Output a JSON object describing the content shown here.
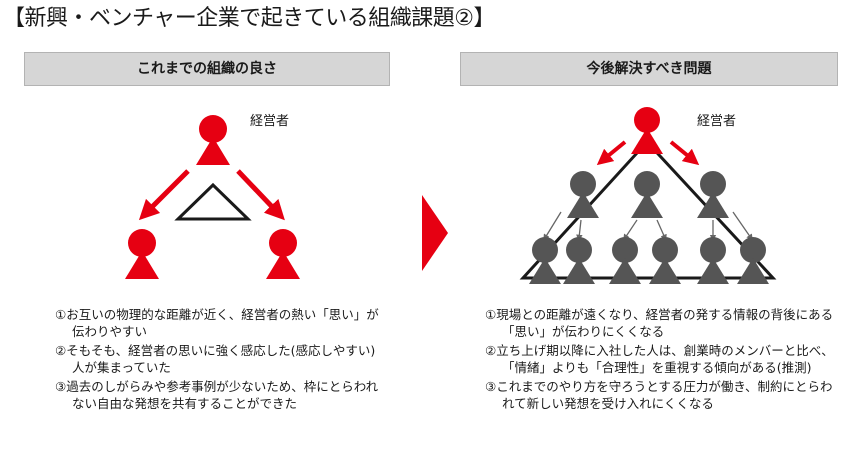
{
  "title": "【新興・ベンチャー企業で起きている組織課題②】",
  "left": {
    "heading": "これまでの組織の良さ",
    "ceo_label": "経営者",
    "items": [
      "①お互いの物理的な距離が近く、経営者の熱い「思い」が伝わりやすい",
      "②そもそも、経営者の思いに強く感応した(感応しやすい)人が集まっていた",
      "③過去のしがらみや参考事例が少ないため、枠にとらわれない自由な発想を共有することができた"
    ]
  },
  "right": {
    "heading": "今後解決すべき問題",
    "ceo_label": "経営者",
    "items": [
      "①現場との距離が遠くなり、経営者の発する情報の背後にある「思い」が伝わりにくくなる",
      "②立ち上げ期以降に入社した人は、創業時のメンバーと比べ、「情緒」よりも「合理性」を重視する傾向がある(推測)",
      "③これまでのやり方を守ろうとする圧力が働き、制約にとらわれて新しい発想を受け入れにくくなる"
    ]
  },
  "colors": {
    "red": "#e60012",
    "gray": "#555555",
    "header_bg": "#d6d6d6"
  }
}
